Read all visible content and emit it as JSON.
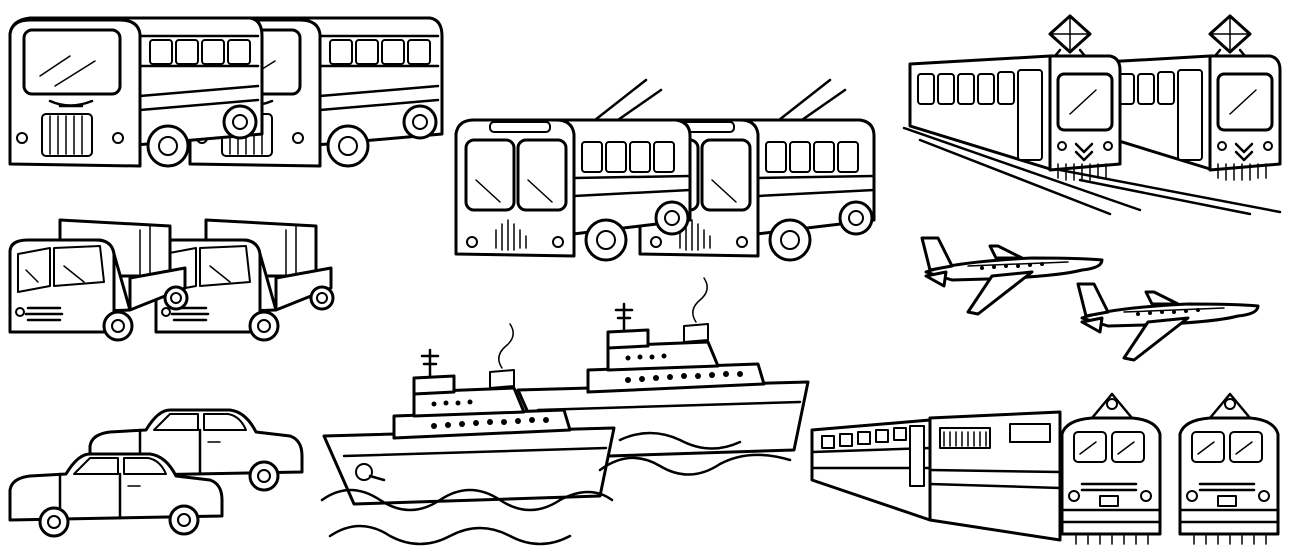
{
  "scene": {
    "background": "#ffffff",
    "ink": "#000000",
    "groups": [
      {
        "kind": "bus",
        "count": 2
      },
      {
        "kind": "trolleybus",
        "count": 2
      },
      {
        "kind": "tram",
        "count": 2
      },
      {
        "kind": "truck",
        "count": 2
      },
      {
        "kind": "airplane",
        "count": 2
      },
      {
        "kind": "car",
        "count": 2
      },
      {
        "kind": "ship",
        "count": 2
      },
      {
        "kind": "electric-train",
        "count": 2
      }
    ]
  }
}
